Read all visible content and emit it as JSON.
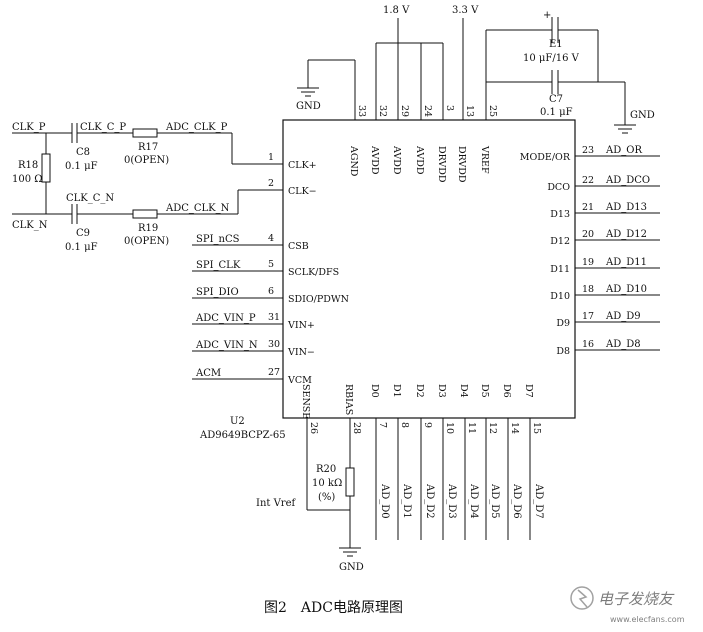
{
  "figure": {
    "caption": "图2　ADC电路原理图"
  },
  "chip": {
    "ref": "U2",
    "part": "AD9649BCPZ-65"
  },
  "power": {
    "v18": "1.8 V",
    "v33": "3.3 V",
    "gnd": "GND"
  },
  "left_pins": [
    {
      "num": "1",
      "label": "CLK+",
      "net": "ADC_CLK_P"
    },
    {
      "num": "2",
      "label": "CLK−",
      "net": "ADC_CLK_N"
    },
    {
      "num": "4",
      "label": "CSB",
      "net": "SPI_nCS"
    },
    {
      "num": "5",
      "label": "SCLK/DFS",
      "net": "SPI_CLK"
    },
    {
      "num": "6",
      "label": "SDIO/PDWN",
      "net": "SPI_DIO"
    },
    {
      "num": "31",
      "label": "VIN+",
      "net": "ADC_VIN_P"
    },
    {
      "num": "30",
      "label": "VIN−",
      "net": "ADC_VIN_N"
    },
    {
      "num": "27",
      "label": "VCM",
      "net": "ACM"
    }
  ],
  "right_pins": [
    {
      "num": "23",
      "label": "MODE/OR",
      "net": "AD_OR"
    },
    {
      "num": "22",
      "label": "DCO",
      "net": "AD_DCO"
    },
    {
      "num": "21",
      "label": "D13",
      "net": "AD_D13"
    },
    {
      "num": "20",
      "label": "D12",
      "net": "AD_D12"
    },
    {
      "num": "19",
      "label": "D11",
      "net": "AD_D11"
    },
    {
      "num": "18",
      "label": "D10",
      "net": "AD_D10"
    },
    {
      "num": "17",
      "label": "D9",
      "net": "AD_D9"
    },
    {
      "num": "16",
      "label": "D8",
      "net": "AD_D8"
    }
  ],
  "top_pins": [
    {
      "num": "33",
      "label": "AGND"
    },
    {
      "num": "32",
      "label": "AVDD"
    },
    {
      "num": "29",
      "label": "AVDD"
    },
    {
      "num": "24",
      "label": "AVDD"
    },
    {
      "num": "3",
      "label": "DRVDD"
    },
    {
      "num": "13",
      "label": "DRVDD"
    },
    {
      "num": "25",
      "label": "VREF"
    }
  ],
  "bottom_pins": [
    {
      "num": "26",
      "label": "SENSE",
      "net": ""
    },
    {
      "num": "28",
      "label": "RBIAS",
      "net": ""
    },
    {
      "num": "7",
      "label": "D0",
      "net": "AD_D0"
    },
    {
      "num": "8",
      "label": "D1",
      "net": "AD_D1"
    },
    {
      "num": "9",
      "label": "D2",
      "net": "AD_D2"
    },
    {
      "num": "10",
      "label": "D3",
      "net": "AD_D3"
    },
    {
      "num": "11",
      "label": "D4",
      "net": "AD_D4"
    },
    {
      "num": "12",
      "label": "D5",
      "net": "AD_D5"
    },
    {
      "num": "14",
      "label": "D6",
      "net": "AD_D6"
    },
    {
      "num": "15",
      "label": "D7",
      "net": "AD_D7"
    }
  ],
  "clock_input": {
    "clk_p": "CLK_P",
    "clk_n": "CLK_N",
    "clk_c_p": "CLK_C_P",
    "clk_c_n": "CLK_C_N",
    "r18_ref": "R18",
    "r18_val": "100 Ω",
    "c8_ref": "C8",
    "c8_val": "0.1 μF",
    "c9_ref": "C9",
    "c9_val": "0.1 μF",
    "r17_ref": "R17",
    "r17_val": "0(OPEN)",
    "r19_ref": "R19",
    "r19_val": "0(OPEN)"
  },
  "vref_network": {
    "e1_ref": "E1",
    "e1_val": "10 μF/16 V",
    "c7_ref": "C7",
    "c7_val": "0.1 μF",
    "plus": "+"
  },
  "sense_network": {
    "r20_ref": "R20",
    "r20_val": "10 kΩ",
    "r20_note": "(%)",
    "int_vref": "Int Vref"
  },
  "watermark": {
    "text": "电子发烧友",
    "url": "www.elecfans.com"
  }
}
